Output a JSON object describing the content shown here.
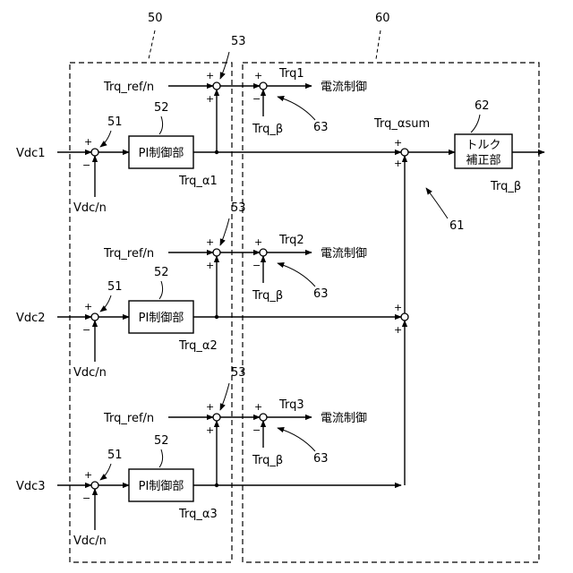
{
  "refs": {
    "r50": "50",
    "r60": "60",
    "r61": "61",
    "r62": "62"
  },
  "blocks": {
    "torque_l1": "トルク",
    "torque_l2": "補正部"
  },
  "labels": {
    "sum_out": "Trq_αsum",
    "beta_out": "Trq_β"
  },
  "signs": {
    "plus": "+",
    "minus": "−"
  },
  "rows": [
    {
      "vdc": "Vdc1",
      "vdcn": "Vdc/n",
      "pi": "PI制御部",
      "alpha": "Trq_α1",
      "ref": "Trq_ref/n",
      "trq": "Trq1",
      "ctrl": "電流制御",
      "beta": "Trq_β",
      "n51": "51",
      "n52": "52",
      "n53": "53",
      "n63": "63"
    },
    {
      "vdc": "Vdc2",
      "vdcn": "Vdc/n",
      "pi": "PI制御部",
      "alpha": "Trq_α2",
      "ref": "Trq_ref/n",
      "trq": "Trq2",
      "ctrl": "電流制御",
      "beta": "Trq_β",
      "n51": "51",
      "n52": "52",
      "n53": "53",
      "n63": "63"
    },
    {
      "vdc": "Vdc3",
      "vdcn": "Vdc/n",
      "pi": "PI制御部",
      "alpha": "Trq_α3",
      "ref": "Trq_ref/n",
      "trq": "Trq3",
      "ctrl": "電流制御",
      "beta": "Trq_β",
      "n51": "51",
      "n52": "52",
      "n53": "53",
      "n63": "63"
    }
  ]
}
